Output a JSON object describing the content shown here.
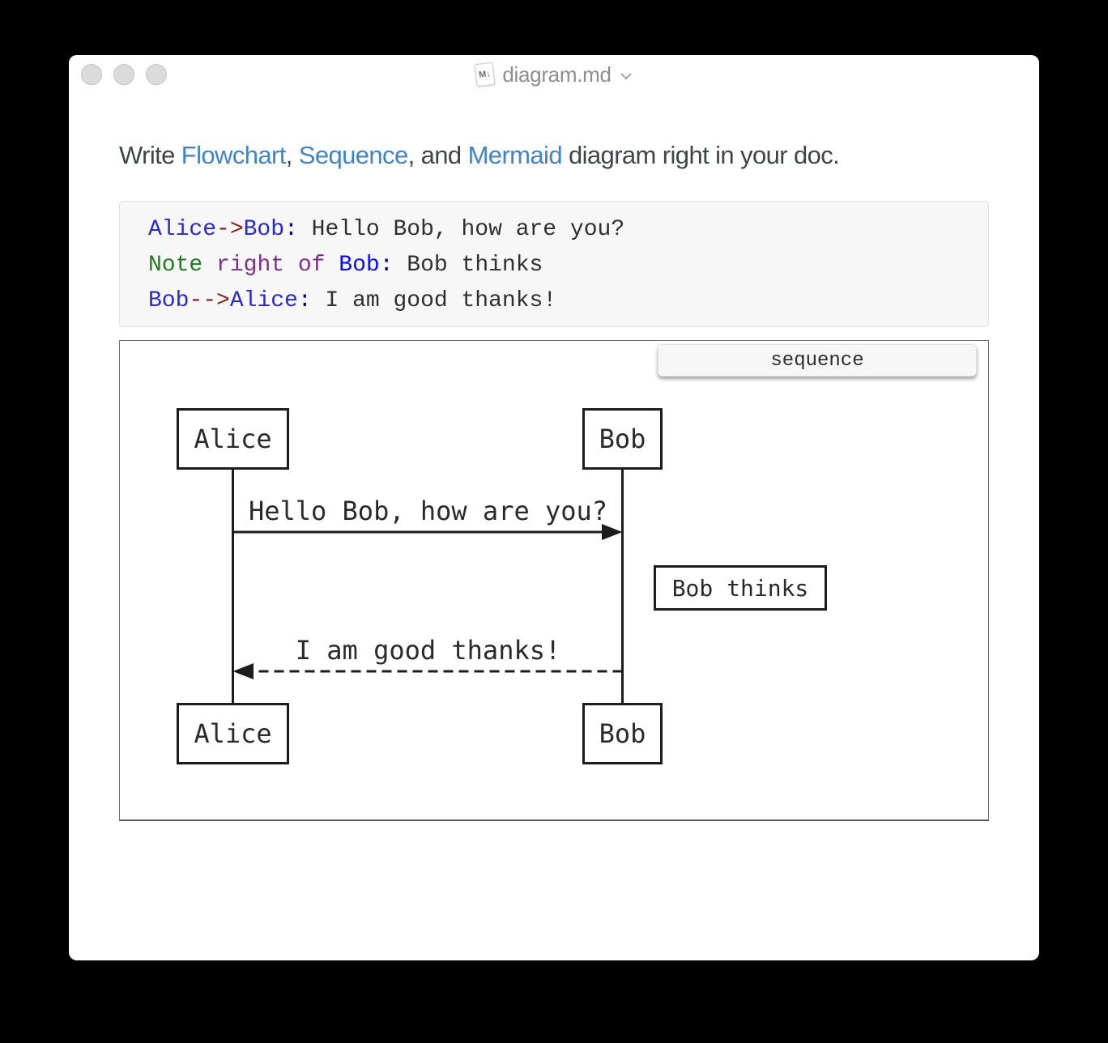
{
  "window": {
    "title": "diagram.md",
    "doc_icon_label": "M↓"
  },
  "heading": {
    "parts": [
      "Write ",
      "Flowchart",
      ", ",
      "Sequence",
      ", and ",
      "Mermaid",
      " diagram right in your doc."
    ]
  },
  "code": {
    "language": "sequence",
    "lines": [
      {
        "tokens": [
          {
            "text": "Alice",
            "type": "actor"
          },
          {
            "text": "->",
            "type": "arrow"
          },
          {
            "text": "Bob",
            "type": "actor"
          },
          {
            "text": ":",
            "type": "colon"
          },
          {
            "text": " Hello Bob, how are you?",
            "type": "plain"
          }
        ]
      },
      {
        "tokens": [
          {
            "text": "Note",
            "type": "keyword"
          },
          {
            "text": " ",
            "type": "plain"
          },
          {
            "text": "right of",
            "type": "modifier"
          },
          {
            "text": " ",
            "type": "plain"
          },
          {
            "text": "Bob",
            "type": "actor-bright"
          },
          {
            "text": ":",
            "type": "colon"
          },
          {
            "text": " Bob thinks",
            "type": "plain"
          }
        ]
      },
      {
        "tokens": [
          {
            "text": "Bob",
            "type": "actor"
          },
          {
            "text": "-->",
            "type": "arrow"
          },
          {
            "text": "Alice",
            "type": "actor"
          },
          {
            "text": ":",
            "type": "colon"
          },
          {
            "text": " I am good thanks!",
            "type": "plain"
          }
        ]
      }
    ]
  },
  "diagram": {
    "tab_label": "sequence",
    "actor_alice": "Alice",
    "actor_bob": "Bob",
    "message1": {
      "text": "Hello Bob, how are you?",
      "line": "solid",
      "from": "Alice",
      "to": "Bob"
    },
    "message2": {
      "text": "I am good thanks!",
      "line": "dashed",
      "from": "Bob",
      "to": "Alice"
    },
    "note": {
      "text": "Bob thinks",
      "position": "right of Bob"
    }
  },
  "colors": {
    "link": "#4183c4",
    "heading_text": "#3f4447",
    "window_title": "#8d8d92",
    "code_background": "#f7f7f7",
    "code_border": "#e0e0e0",
    "token_actor": "#2828cd",
    "token_actor_bright": "#0a0aff",
    "token_arrow": "#8b1a1a",
    "token_keyword": "#1e7b1e",
    "token_modifier": "#7d2d8b",
    "token_colon": "#00008b",
    "code_text": "#2f2f2f",
    "diagram_border": "#6e6e6e",
    "diagram_ink": "#1c1c1c"
  }
}
